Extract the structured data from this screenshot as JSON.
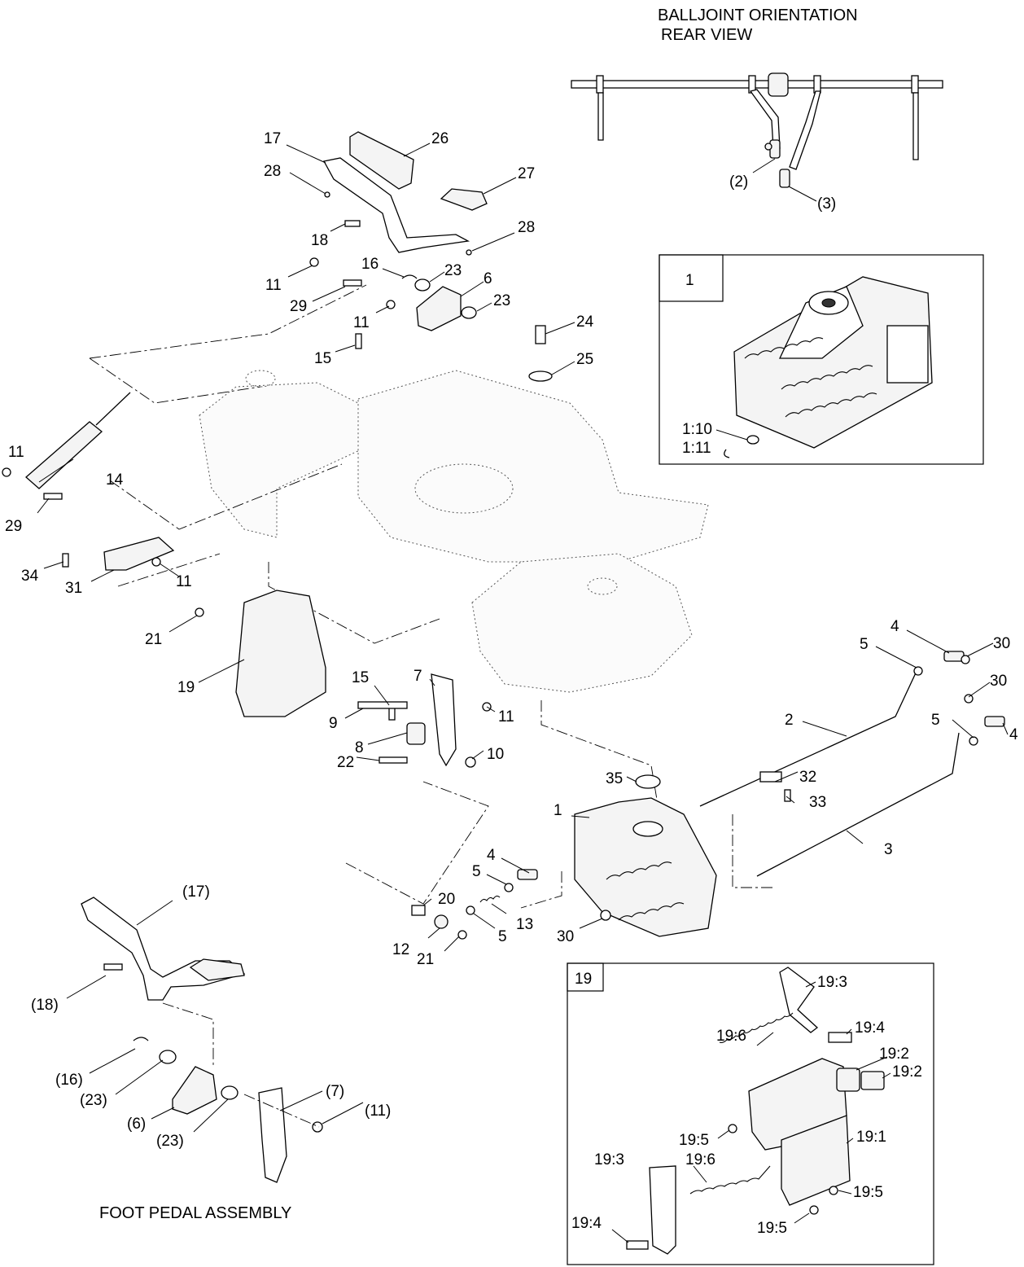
{
  "headers": {
    "balljoint_line1": "BALLJOINT ORIENTATION",
    "balljoint_line2": "REAR VIEW",
    "foot_pedal": "FOOT PEDAL ASSEMBLY"
  },
  "inset_titles": {
    "inset1": "1",
    "inset19": "19"
  },
  "labels": {
    "l17_top": "17",
    "l26": "26",
    "l28_top": "28",
    "l27": "27",
    "l18": "18",
    "l28_b": "28",
    "l16": "16",
    "l23_a": "23",
    "l6": "6",
    "l23_b": "23",
    "l11_a": "11",
    "l29_a": "29",
    "l11_b": "11",
    "l15_a": "15",
    "l24": "24",
    "l25": "25",
    "l11_c": "11",
    "l14": "14",
    "l29_b": "29",
    "l34": "34",
    "l31": "31",
    "l11_d": "11",
    "l21_a": "21",
    "l19": "19",
    "l15_b": "15",
    "l7": "7",
    "l11_e": "11",
    "l9": "9",
    "l8": "8",
    "l10": "10",
    "l22": "22",
    "l4_a": "4",
    "l30_a": "30",
    "l5_a": "5",
    "l30_b": "30",
    "l2": "2",
    "l5_b": "5",
    "l4_b": "4",
    "l32": "32",
    "l35": "35",
    "l33": "33",
    "l1": "1",
    "l3": "3",
    "l4_c": "4",
    "l5_c": "5",
    "l20": "20",
    "l13": "13",
    "l12": "12",
    "l21_b": "21",
    "l5_d": "5",
    "l30_c": "30",
    "bj2": "(2)",
    "bj3": "(3)",
    "i1_10": "1:10",
    "i1_11": "1:11",
    "fp17": "(17)",
    "fp18": "(18)",
    "fp16": "(16)",
    "fp23_a": "(23)",
    "fp7": "(7)",
    "fp11": "(11)",
    "fp6": "(6)",
    "fp23_b": "(23)",
    "i19_3a": "19:3",
    "i19_4a": "19:4",
    "i19_6a": "19:6",
    "i19_2a": "19:2",
    "i19_2b": "19:2",
    "i19_5a": "19:5",
    "i19_1": "19:1",
    "i19_3b": "19:3",
    "i19_6b": "19:6",
    "i19_5b": "19:5",
    "i19_4b": "19:4",
    "i19_5c": "19:5"
  }
}
